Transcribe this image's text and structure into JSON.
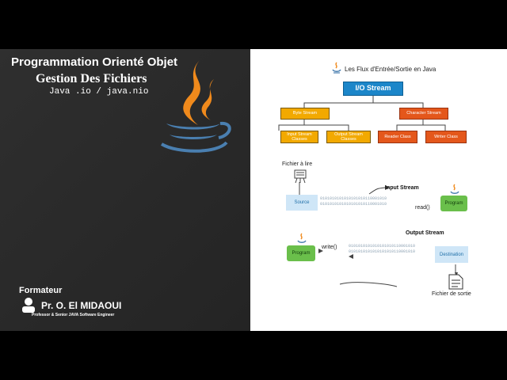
{
  "course": {
    "title": "Programmation Orienté Objet",
    "subtitle": "Gestion Des Fichiers",
    "packages": "Java .io / java.nio"
  },
  "trainer": {
    "heading": "Formateur",
    "name": "Pr. O. El MIDAOUI",
    "role": "Professor & Senior JAVA Software Engineer"
  },
  "diagram": {
    "title": "Les Flux d'Entrée/Sortie en Java",
    "root": "I/O Stream",
    "byte_stream": "Byte Stream",
    "char_stream": "Character Stream",
    "input_classes": "Input Stream Classes",
    "output_classes": "Output Stream Classes",
    "reader": "Reader Class",
    "writer": "Writer Class",
    "file_to_read": "Fichier à lire",
    "source": "Source",
    "input_stream": "Input Stream",
    "read": "read()",
    "program": "Program",
    "output_stream": "Output Stream",
    "write": "write()",
    "destination": "Destination",
    "output_file": "Fichier de sortie",
    "bits_line": "0101010101010101010110001010"
  },
  "colors": {
    "blue": "#1c86c9",
    "gold": "#f2a900",
    "orange": "#e4571b",
    "green": "#6abf4b",
    "java_orange": "#f08a1c",
    "java_blue": "#4a7fb0"
  }
}
